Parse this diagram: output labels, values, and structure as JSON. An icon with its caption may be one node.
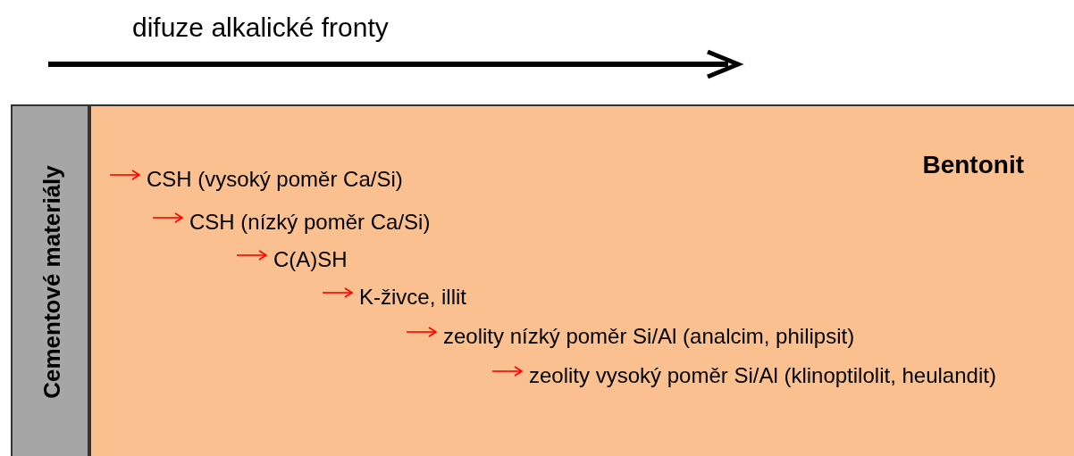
{
  "diagram": {
    "nodes": [
      {
        "text": [
          "Cementové materiály"
        ]
      },
      {
        "text": [
          "Bentonit",
          "CSH (vysoký poměr Ca/Si)",
          "CSH (nízký poměr Ca/Si)",
          "C(A)SH",
          "K-živce, illit",
          "zeolity nízký poměr Si/Al (analcim, philipsit)",
          "zeolity vysoký poměr Si/Al (klinoptilolit, heulandit)"
        ]
      }
    ],
    "edges": [],
    "labels": [
      "difuze alkalické fronty"
    ]
  }
}
